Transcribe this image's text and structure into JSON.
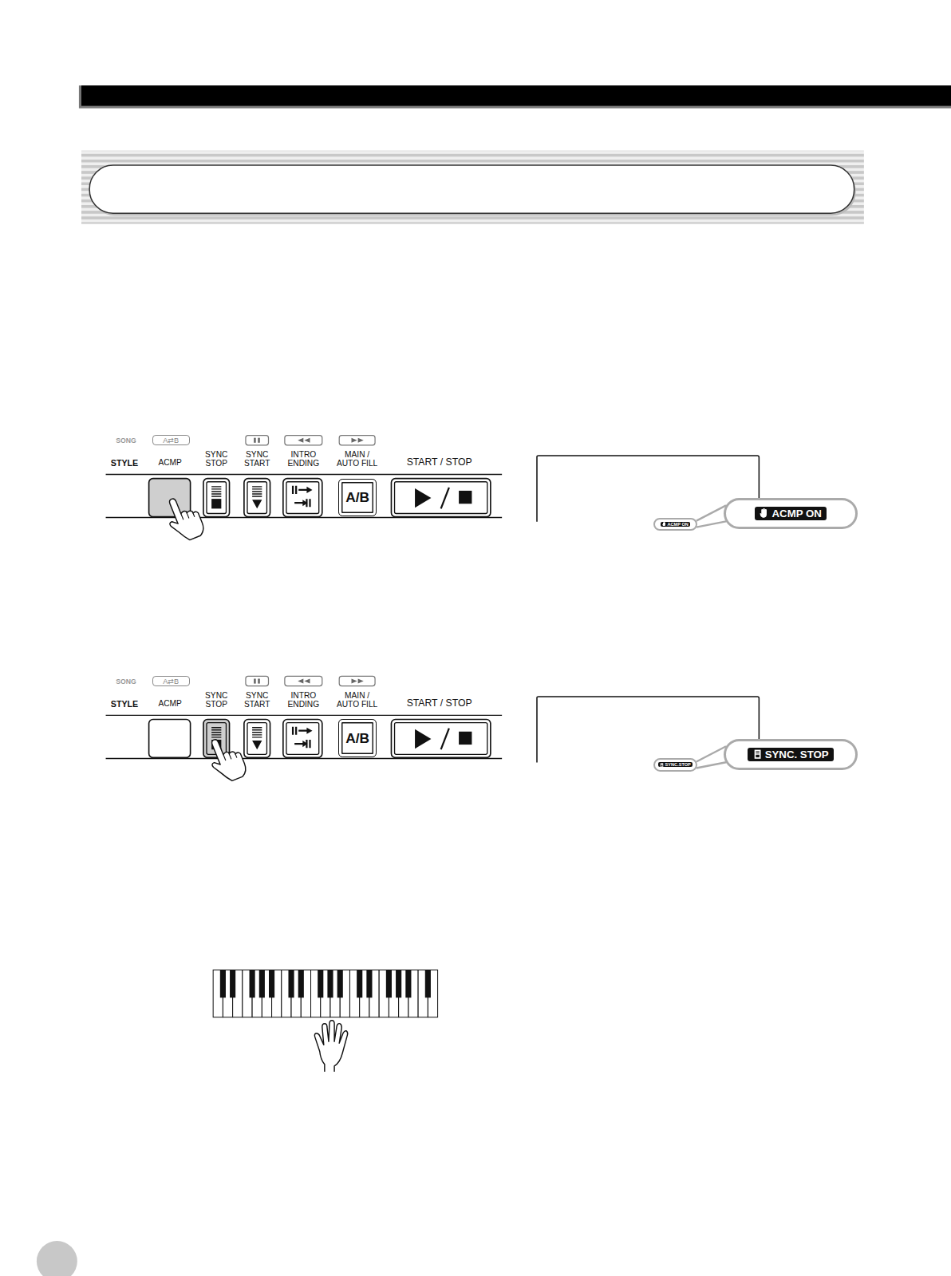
{
  "diagram": {
    "nodes": [
      {
        "text": [
          "A⇄B"
        ]
      },
      {
        "text": [
          "A/B"
        ]
      },
      {
        "text": [
          "ACMP ON"
        ]
      },
      {
        "text": [
          "ACMP ON"
        ]
      },
      {
        "text": [
          "A⇄B"
        ]
      },
      {
        "text": [
          "A/B"
        ]
      },
      {
        "text": [
          "SYNC.STOP"
        ]
      },
      {
        "text": [
          "SYNC. STOP"
        ]
      }
    ],
    "edges": [
      {
        "from": 2,
        "to": 3,
        "arrow": "none"
      },
      {
        "from": 6,
        "to": 7,
        "arrow": "none"
      }
    ],
    "labels": [
      "SONG",
      "STYLE",
      "ACMP",
      "SYNC STOP",
      "SYNC START",
      "INTRO ENDING",
      "MAIN / AUTO FILL",
      "START / STOP",
      "SONG",
      "STYLE",
      "ACMP",
      "SYNC STOP",
      "SYNC START",
      "INTRO ENDING",
      "MAIN / AUTO FILL",
      "START / STOP"
    ]
  }
}
